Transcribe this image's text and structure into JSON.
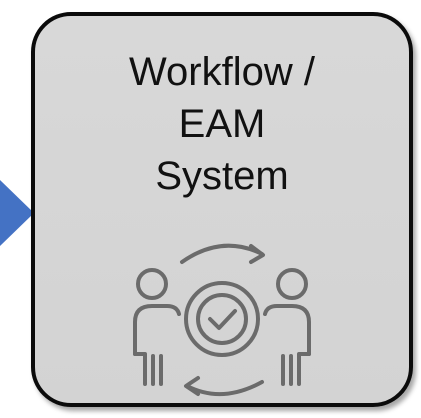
{
  "diagram": {
    "node": {
      "title_lines": [
        "Workflow /",
        "EAM",
        "System"
      ],
      "icon": "team-approval-cycle-icon"
    },
    "incoming_arrow": {
      "icon": "arrow-right-icon",
      "color": "#4472C4"
    },
    "colors": {
      "node_fill": "#d6d6d6",
      "node_border": "#0b0b0b",
      "icon_stroke": "#6b6b6b"
    }
  }
}
